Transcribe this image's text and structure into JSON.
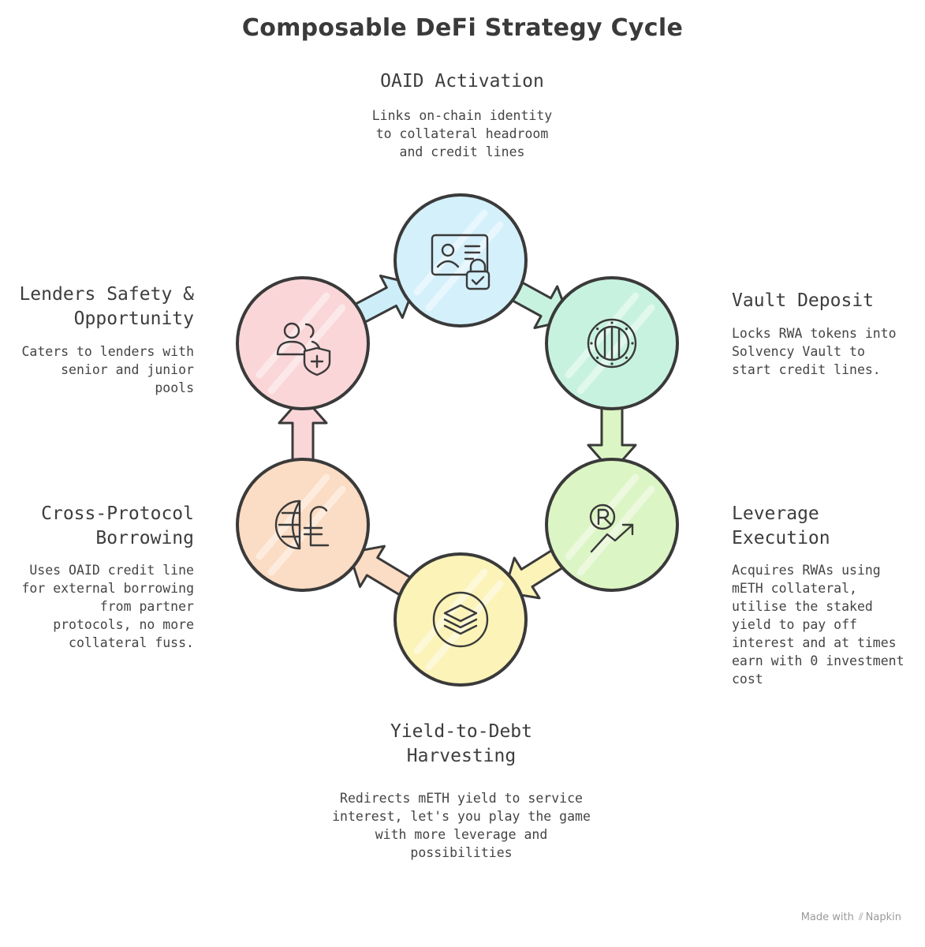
{
  "title": "Composable DeFi Strategy Cycle",
  "steps": [
    {
      "id": "oaid",
      "title": "OAID Activation",
      "description": "Links on-chain identity to collateral headroom and credit lines",
      "icon": "id-card-lock-icon",
      "color": "#d4f0fb"
    },
    {
      "id": "vault",
      "title": "Vault Deposit",
      "description": "Locks RWA tokens into Solvency Vault to start credit lines.",
      "icon": "vault-icon",
      "color": "#c8f2e0"
    },
    {
      "id": "leverage",
      "title": "Leverage Execution",
      "description": "Acquires RWAs using mETH collateral, utilise the staked yield to pay off interest and at times earn with 0 investment cost",
      "icon": "growth-chart-icon",
      "color": "#dcf5c4"
    },
    {
      "id": "yield",
      "title": "Yield-to-Debt Harvesting",
      "description": "Redirects mETH yield to service interest, let's you play the game with more leverage and possibilities",
      "icon": "layers-icon",
      "color": "#fbf3b8"
    },
    {
      "id": "borrow",
      "title": "Cross-Protocol Borrowing",
      "description": "Uses OAID credit line for external borrowing from partner protocols, no more collateral fuss.",
      "icon": "globe-pound-icon",
      "color": "#fbdcc4"
    },
    {
      "id": "lenders",
      "title": "Lenders Safety & Opportunity",
      "description": "Caters to lenders with senior and junior pools",
      "icon": "users-shield-icon",
      "color": "#fad6d8"
    }
  ],
  "watermark": {
    "prefix": "Made with",
    "brand": "Napkin"
  },
  "colors": {
    "stroke": "#3a3a3a",
    "text": "#3d3d3d"
  }
}
